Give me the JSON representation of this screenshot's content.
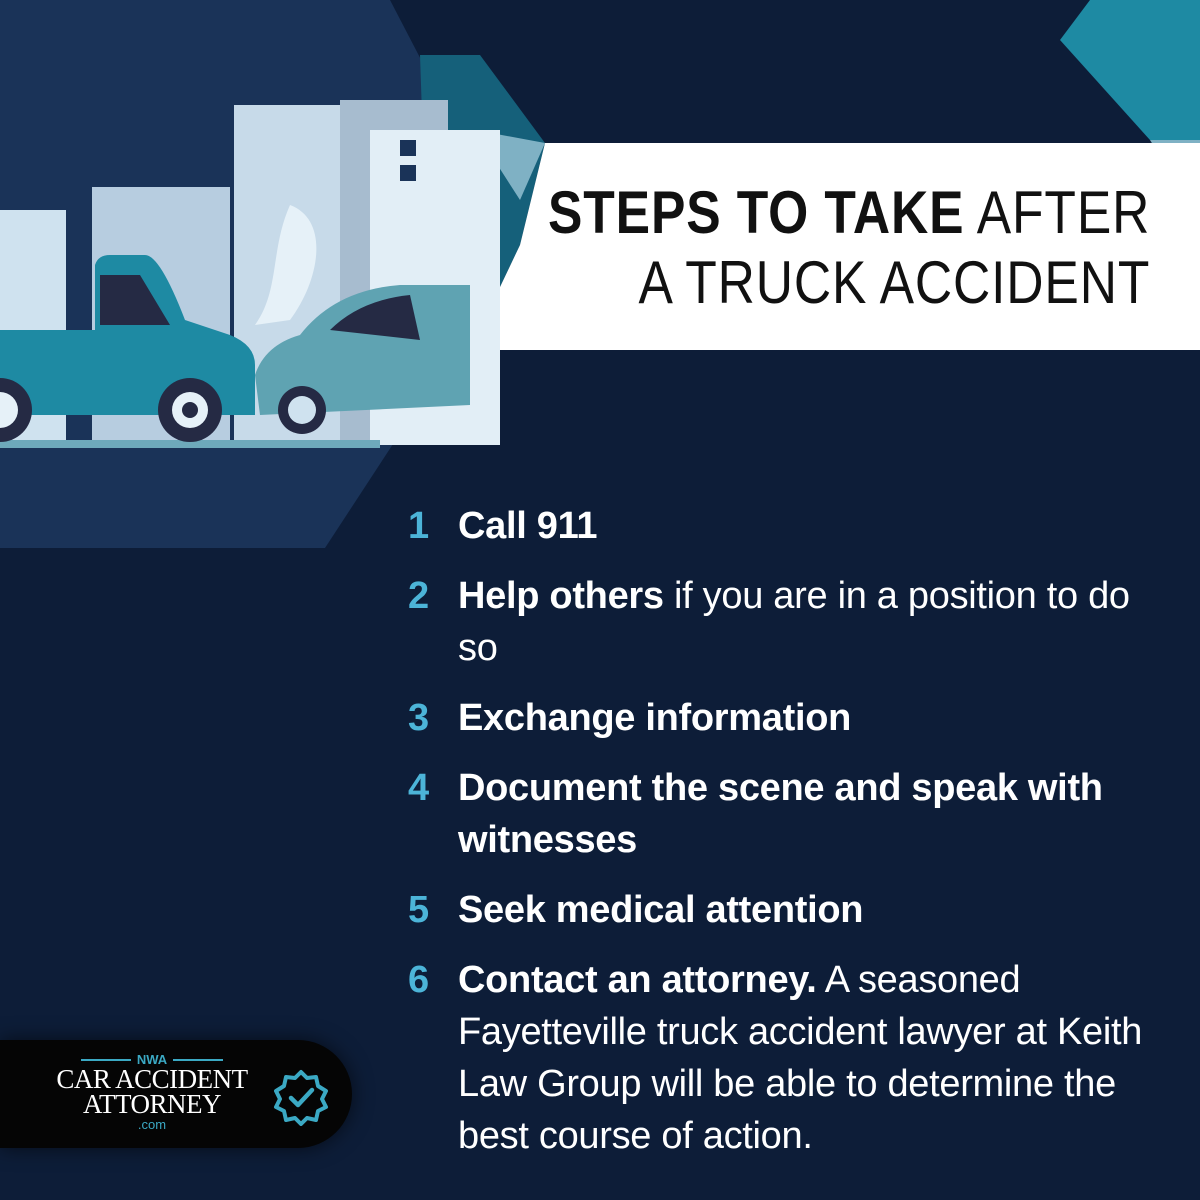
{
  "title": {
    "bold": "STEPS TO TAKE",
    "regular_1": "AFTER",
    "line2": "A TRUCK ACCIDENT"
  },
  "steps": [
    {
      "number": "1",
      "bold": "Call 911",
      "rest": ""
    },
    {
      "number": "2",
      "bold": "Help others",
      "rest": " if you are in a position to do so"
    },
    {
      "number": "3",
      "bold": "Exchange information",
      "rest": ""
    },
    {
      "number": "4",
      "bold": "Document the scene and speak with witnesses",
      "rest": ""
    },
    {
      "number": "5",
      "bold": "Seek medical attention",
      "rest": ""
    },
    {
      "number": "6",
      "bold": "Contact an attorney.",
      "rest": " A seasoned Fayetteville truck accident lawyer at Keith Law Group will be able to determine the best course of action."
    }
  ],
  "logo": {
    "top": "NWA",
    "line1": "CAR ACCIDENT",
    "line2": "ATTORNEY",
    "domain": ".com"
  },
  "colors": {
    "background": "#0d1d38",
    "panel": "#1a3358",
    "accent": "#4cb4d8",
    "teal": "#1e8aa3"
  }
}
